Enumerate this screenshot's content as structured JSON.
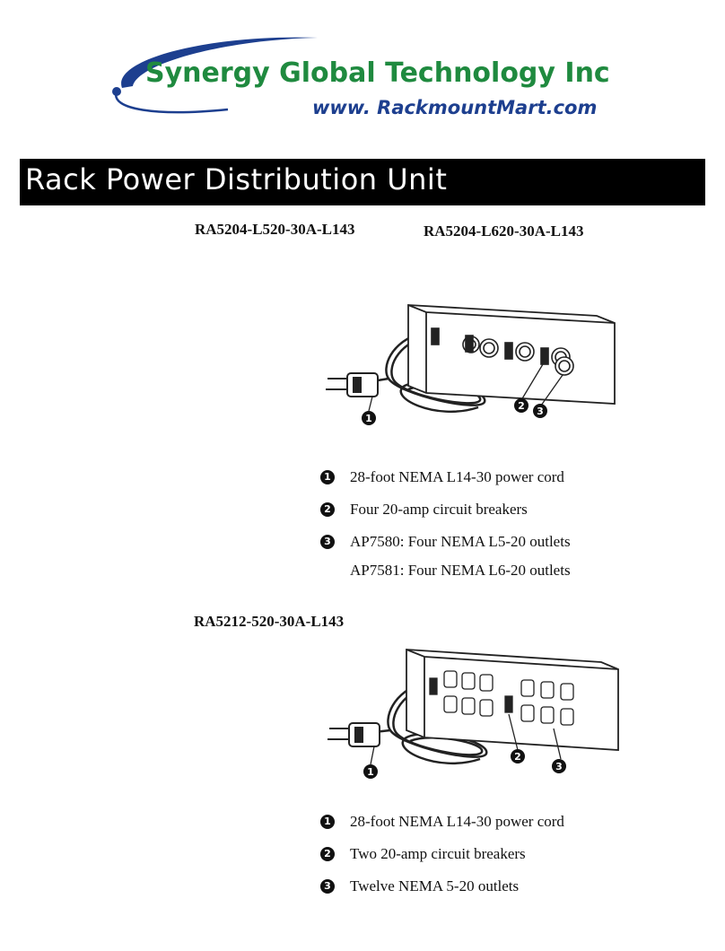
{
  "logo": {
    "company_name": "Synergy Global Technology Inc",
    "website": "www. RackmountMart.com"
  },
  "title": "Rack Power Distribution Unit",
  "section1": {
    "models": [
      "RA5204-L520-30A-L143",
      "RA5204-L620-30A-L143"
    ],
    "callouts": [
      "1",
      "2",
      "3"
    ],
    "features": [
      {
        "number": "1",
        "text": "28-foot NEMA L14-30 power cord"
      },
      {
        "number": "2",
        "text": "Four 20-amp circuit breakers"
      },
      {
        "number": "3",
        "text": "AP7580: Four NEMA L5-20 outlets"
      },
      {
        "number": "",
        "text": "AP7581: Four NEMA L6-20 outlets"
      }
    ]
  },
  "section2": {
    "models": [
      "RA5212-520-30A-L143"
    ],
    "callouts": [
      "1",
      "2",
      "3"
    ],
    "features": [
      {
        "number": "1",
        "text": "28-foot NEMA L14-30 power cord"
      },
      {
        "number": "2",
        "text": "Two 20-amp circuit breakers"
      },
      {
        "number": "3",
        "text": "Twelve NEMA 5-20 outlets"
      }
    ]
  },
  "colors": {
    "logo_green": "#1f8a3f",
    "logo_blue": "#1d3f8f",
    "title_bar": "#000000"
  }
}
